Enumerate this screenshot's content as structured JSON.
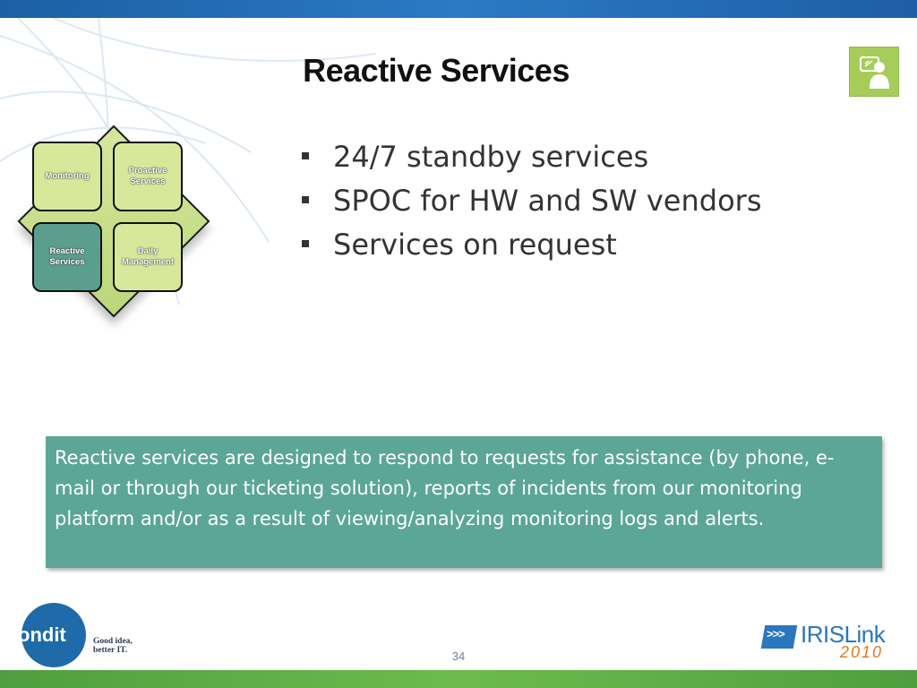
{
  "slide": {
    "title": "Reactive Services",
    "page_number": "34"
  },
  "diagram": {
    "tiles": [
      {
        "label": "Monitoring",
        "active": false
      },
      {
        "label": "Proactive Services",
        "active": false
      },
      {
        "label": "Reactive Services",
        "active": true
      },
      {
        "label": "Daily Management",
        "active": false
      }
    ]
  },
  "bullets": [
    "24/7 standby services",
    "SPOC for HW and SW vendors",
    "Services on request"
  ],
  "callout": {
    "text": "Reactive services are designed to respond to requests for assistance (by phone, e-mail or through our ticketing solution), reports of incidents from our monitoring platform and/or as a result of viewing/analyzing monitoring logs and alerts."
  },
  "footer": {
    "company_logo_text": "ondit",
    "tagline_line1": "Good idea,",
    "tagline_line2": "better IT.",
    "event_logo_chevrons": ">>>",
    "event_logo_name": "IRISLink",
    "event_logo_year": "2010"
  },
  "colors": {
    "top_bar": "#1c5fa4",
    "bottom_bar": "#5aab45",
    "callout": "#5ba697",
    "diagram_tile": "#d8e89a",
    "diagram_tile_active": "#5a9e8e",
    "presenter_icon": "#a6cc5a",
    "event_logo_blue": "#2a77bb",
    "event_logo_orange": "#e07b1a"
  },
  "icons": {
    "presenter": "presenter-icon",
    "bullet": "square-bullet-icon"
  }
}
